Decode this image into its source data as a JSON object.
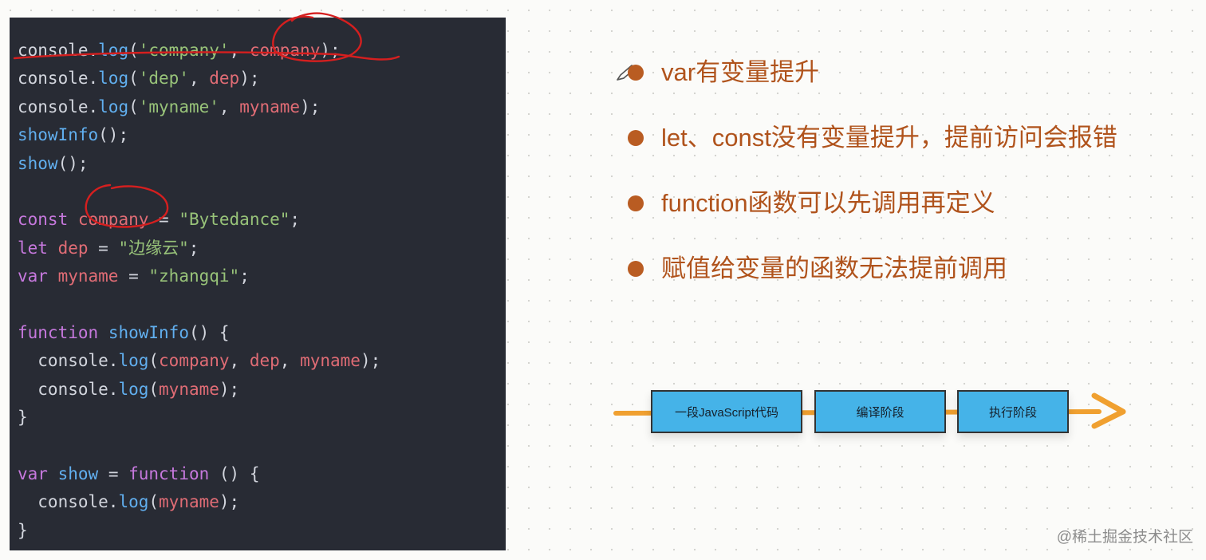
{
  "code": {
    "lines": [
      [
        {
          "t": "console.",
          "c": "plain"
        },
        {
          "t": "log",
          "c": "fn"
        },
        {
          "t": "(",
          "c": "plain"
        },
        {
          "t": "'company'",
          "c": "str"
        },
        {
          "t": ", ",
          "c": "plain"
        },
        {
          "t": "company",
          "c": "var"
        },
        {
          "t": ");",
          "c": "plain"
        }
      ],
      [
        {
          "t": "console.",
          "c": "plain"
        },
        {
          "t": "log",
          "c": "fn"
        },
        {
          "t": "(",
          "c": "plain"
        },
        {
          "t": "'dep'",
          "c": "str"
        },
        {
          "t": ", ",
          "c": "plain"
        },
        {
          "t": "dep",
          "c": "var"
        },
        {
          "t": ");",
          "c": "plain"
        }
      ],
      [
        {
          "t": "console.",
          "c": "plain"
        },
        {
          "t": "log",
          "c": "fn"
        },
        {
          "t": "(",
          "c": "plain"
        },
        {
          "t": "'myname'",
          "c": "str"
        },
        {
          "t": ", ",
          "c": "plain"
        },
        {
          "t": "myname",
          "c": "var"
        },
        {
          "t": ");",
          "c": "plain"
        }
      ],
      [
        {
          "t": "showInfo",
          "c": "fn"
        },
        {
          "t": "();",
          "c": "plain"
        }
      ],
      [
        {
          "t": "show",
          "c": "fn"
        },
        {
          "t": "();",
          "c": "plain"
        }
      ],
      [],
      [
        {
          "t": "const",
          "c": "kw"
        },
        {
          "t": " ",
          "c": "plain"
        },
        {
          "t": "company",
          "c": "var"
        },
        {
          "t": " = ",
          "c": "plain"
        },
        {
          "t": "\"Bytedance\"",
          "c": "str"
        },
        {
          "t": ";",
          "c": "plain"
        }
      ],
      [
        {
          "t": "let",
          "c": "kw"
        },
        {
          "t": " ",
          "c": "plain"
        },
        {
          "t": "dep",
          "c": "var"
        },
        {
          "t": " = ",
          "c": "plain"
        },
        {
          "t": "\"边缘云\"",
          "c": "str"
        },
        {
          "t": ";",
          "c": "plain"
        }
      ],
      [
        {
          "t": "var",
          "c": "kw"
        },
        {
          "t": " ",
          "c": "plain"
        },
        {
          "t": "myname",
          "c": "var"
        },
        {
          "t": " = ",
          "c": "plain"
        },
        {
          "t": "\"zhangqi\"",
          "c": "str"
        },
        {
          "t": ";",
          "c": "plain"
        }
      ],
      [],
      [
        {
          "t": "function",
          "c": "kw"
        },
        {
          "t": " ",
          "c": "plain"
        },
        {
          "t": "showInfo",
          "c": "fn"
        },
        {
          "t": "() {",
          "c": "plain"
        }
      ],
      [
        {
          "t": "  console.",
          "c": "plain"
        },
        {
          "t": "log",
          "c": "fn"
        },
        {
          "t": "(",
          "c": "plain"
        },
        {
          "t": "company",
          "c": "var"
        },
        {
          "t": ", ",
          "c": "plain"
        },
        {
          "t": "dep",
          "c": "var"
        },
        {
          "t": ", ",
          "c": "plain"
        },
        {
          "t": "myname",
          "c": "var"
        },
        {
          "t": ");",
          "c": "plain"
        }
      ],
      [
        {
          "t": "  console.",
          "c": "plain"
        },
        {
          "t": "log",
          "c": "fn"
        },
        {
          "t": "(",
          "c": "plain"
        },
        {
          "t": "myname",
          "c": "var"
        },
        {
          "t": ");",
          "c": "plain"
        }
      ],
      [
        {
          "t": "}",
          "c": "plain"
        }
      ],
      [],
      [
        {
          "t": "var",
          "c": "kw"
        },
        {
          "t": " ",
          "c": "plain"
        },
        {
          "t": "show",
          "c": "fn"
        },
        {
          "t": " = ",
          "c": "plain"
        },
        {
          "t": "function",
          "c": "kw"
        },
        {
          "t": " () {",
          "c": "plain"
        }
      ],
      [
        {
          "t": "  console.",
          "c": "plain"
        },
        {
          "t": "log",
          "c": "fn"
        },
        {
          "t": "(",
          "c": "plain"
        },
        {
          "t": "myname",
          "c": "var"
        },
        {
          "t": ");",
          "c": "plain"
        }
      ],
      [
        {
          "t": "}",
          "c": "plain"
        }
      ]
    ]
  },
  "bullets": [
    "var有变量提升",
    "let、const没有变量提升，提前访问会报错",
    "function函数可以先调用再定义",
    "赋值给变量的函数无法提前调用"
  ],
  "flow": {
    "steps": [
      "一段JavaScript代码",
      "编译阶段",
      "执行阶段"
    ]
  },
  "watermark": "@稀土掘金技术社区",
  "colors": {
    "bullet_text": "#b0531c",
    "annotation": "#d51f1f",
    "flow_box": "#45b3e8",
    "flow_arrow": "#f0a030"
  },
  "icons": {
    "pencil": "pencil-icon"
  }
}
